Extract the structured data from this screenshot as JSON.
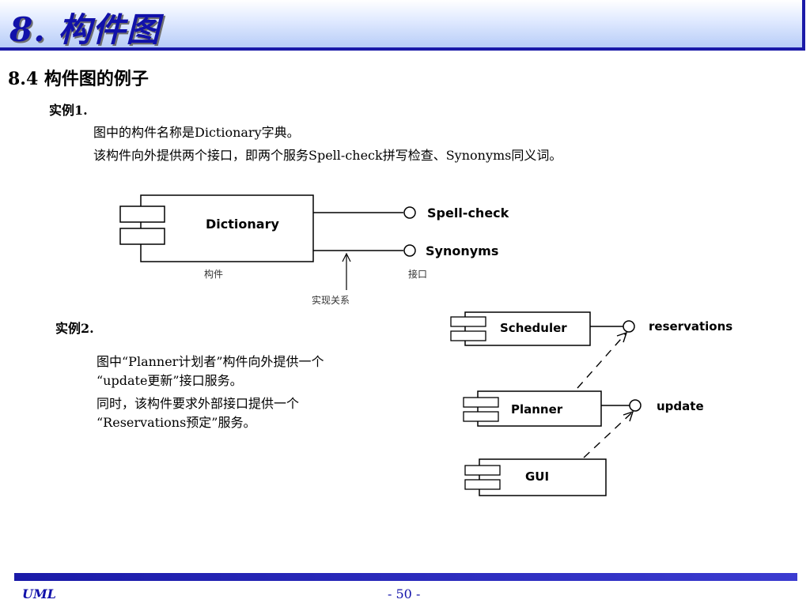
{
  "title": "8. 构件图",
  "section": "8.4  构件图的例子",
  "example1": {
    "label": "实例1.",
    "lines": [
      "图中的构件名称是Dictionary字典。",
      "该构件向外提供两个接口，即两个服务Spell-check拼写检查、Synonyms同义词。"
    ],
    "diagram": {
      "component": "Dictionary",
      "interfaces": [
        "Spell-check",
        "Synonyms"
      ],
      "caption_component": "构件",
      "caption_interface": "接口",
      "caption_realization": "实现关系"
    }
  },
  "example2": {
    "label": "实例2.",
    "lines": [
      "图中“Planner计划者”构件向外提供一个",
      "“update更新”接口服务。",
      "同时，该构件要求外部接口提供一个",
      "“Reservations预定”服务。"
    ],
    "diagram": {
      "components": [
        "Scheduler",
        "Planner",
        "GUI"
      ],
      "interfaces": [
        "reservations",
        "update"
      ]
    }
  },
  "footer": {
    "left": "UML",
    "page": "- 50 -"
  }
}
